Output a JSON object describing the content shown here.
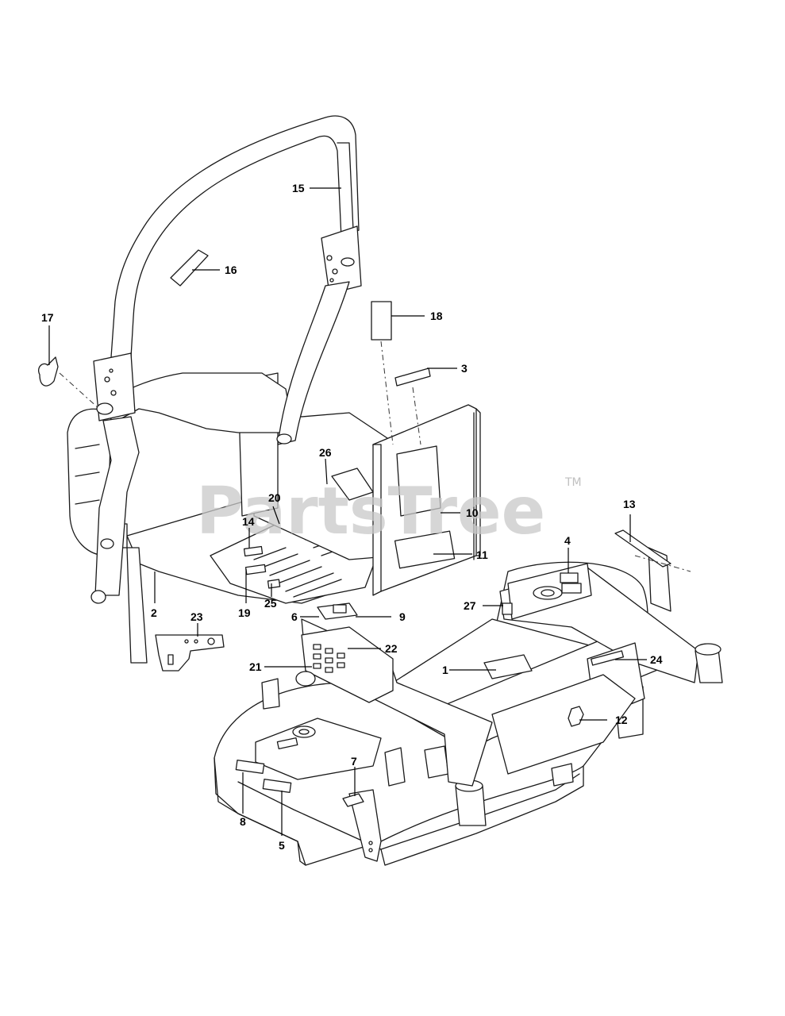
{
  "watermark": {
    "text": "PartsTree",
    "trademark": "TM"
  },
  "callouts": [
    {
      "id": "c1",
      "label": "1"
    },
    {
      "id": "c2",
      "label": "2"
    },
    {
      "id": "c3",
      "label": "3"
    },
    {
      "id": "c4",
      "label": "4"
    },
    {
      "id": "c5",
      "label": "5"
    },
    {
      "id": "c6",
      "label": "6"
    },
    {
      "id": "c7",
      "label": "7"
    },
    {
      "id": "c8",
      "label": "8"
    },
    {
      "id": "c9",
      "label": "9"
    },
    {
      "id": "c10",
      "label": "10"
    },
    {
      "id": "c11",
      "label": "11"
    },
    {
      "id": "c12",
      "label": "12"
    },
    {
      "id": "c13",
      "label": "13"
    },
    {
      "id": "c14",
      "label": "14"
    },
    {
      "id": "c15",
      "label": "15"
    },
    {
      "id": "c16",
      "label": "16"
    },
    {
      "id": "c17",
      "label": "17"
    },
    {
      "id": "c18",
      "label": "18"
    },
    {
      "id": "c19",
      "label": "19"
    },
    {
      "id": "c20",
      "label": "20"
    },
    {
      "id": "c21",
      "label": "21"
    },
    {
      "id": "c22",
      "label": "22"
    },
    {
      "id": "c23",
      "label": "23"
    },
    {
      "id": "c24",
      "label": "24"
    },
    {
      "id": "c25",
      "label": "25"
    },
    {
      "id": "c26",
      "label": "26"
    },
    {
      "id": "c27",
      "label": "27"
    }
  ]
}
